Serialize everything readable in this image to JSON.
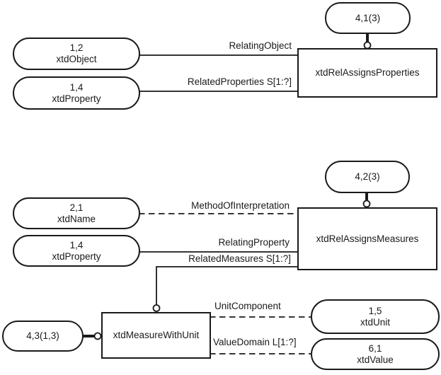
{
  "diagram": {
    "background": "#ffffff",
    "line_color": "#1a1a1a",
    "entities": {
      "xtdObject": {
        "ref": "1,2",
        "label": "xtdObject"
      },
      "xtdProperty1": {
        "ref": "1,4",
        "label": "xtdProperty"
      },
      "xtdName": {
        "ref": "2,1",
        "label": "xtdName"
      },
      "xtdProperty2": {
        "ref": "1,4",
        "label": "xtdProperty"
      },
      "xtdUnit": {
        "ref": "1,5",
        "label": "xtdUnit"
      },
      "xtdValue": {
        "ref": "6,1",
        "label": "xtdValue"
      },
      "xtdRelAssignsProperties": {
        "label": "xtdRelAssignsProperties"
      },
      "xtdRelAssignsMeasures": {
        "label": "xtdRelAssignsMeasures"
      },
      "xtdMeasureWithUnit": {
        "label": "xtdMeasureWithUnit"
      }
    },
    "page_refs": {
      "ref_4_1": {
        "label": "4,1(3)"
      },
      "ref_4_2": {
        "label": "4,2(3)"
      },
      "ref_4_3": {
        "label": "4,3(1,3)"
      }
    },
    "relations": {
      "relatingObject": {
        "label": "RelatingObject",
        "line_style": "solid"
      },
      "relatedProperties": {
        "label": "RelatedProperties S[1:?]",
        "line_style": "solid"
      },
      "methodOfInterpretation": {
        "label": "MethodOfInterpretation",
        "line_style": "dashed"
      },
      "relatingProperty": {
        "label": "RelatingProperty",
        "line_style": "solid"
      },
      "relatedMeasures": {
        "label": "RelatedMeasures S[1:?]",
        "line_style": "solid"
      },
      "unitComponent": {
        "label": "UnitComponent",
        "line_style": "dashed"
      },
      "valueDomain": {
        "label": "ValueDomain L[1:?]",
        "line_style": "dashed"
      }
    }
  }
}
